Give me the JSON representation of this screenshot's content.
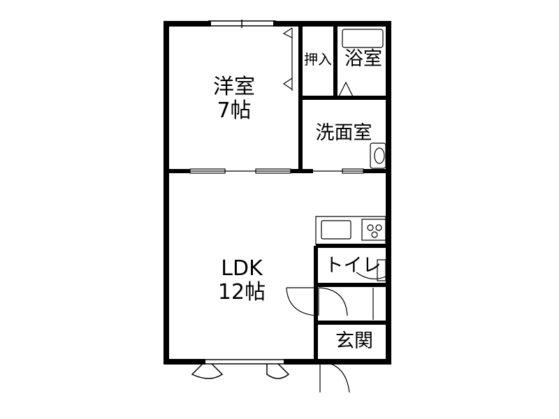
{
  "rooms": {
    "western_room": {
      "name": "洋室",
      "size": "7帖"
    },
    "closet": {
      "name": "押入"
    },
    "bathroom": {
      "name": "浴室"
    },
    "washroom": {
      "name": "洗面室"
    },
    "ldk": {
      "name": "LDK",
      "size": "12帖"
    },
    "toilet": {
      "name": "トイレ"
    },
    "entrance": {
      "name": "玄関"
    }
  },
  "colors": {
    "wall": "#000000",
    "background": "#ffffff",
    "fixture": "#555555"
  }
}
